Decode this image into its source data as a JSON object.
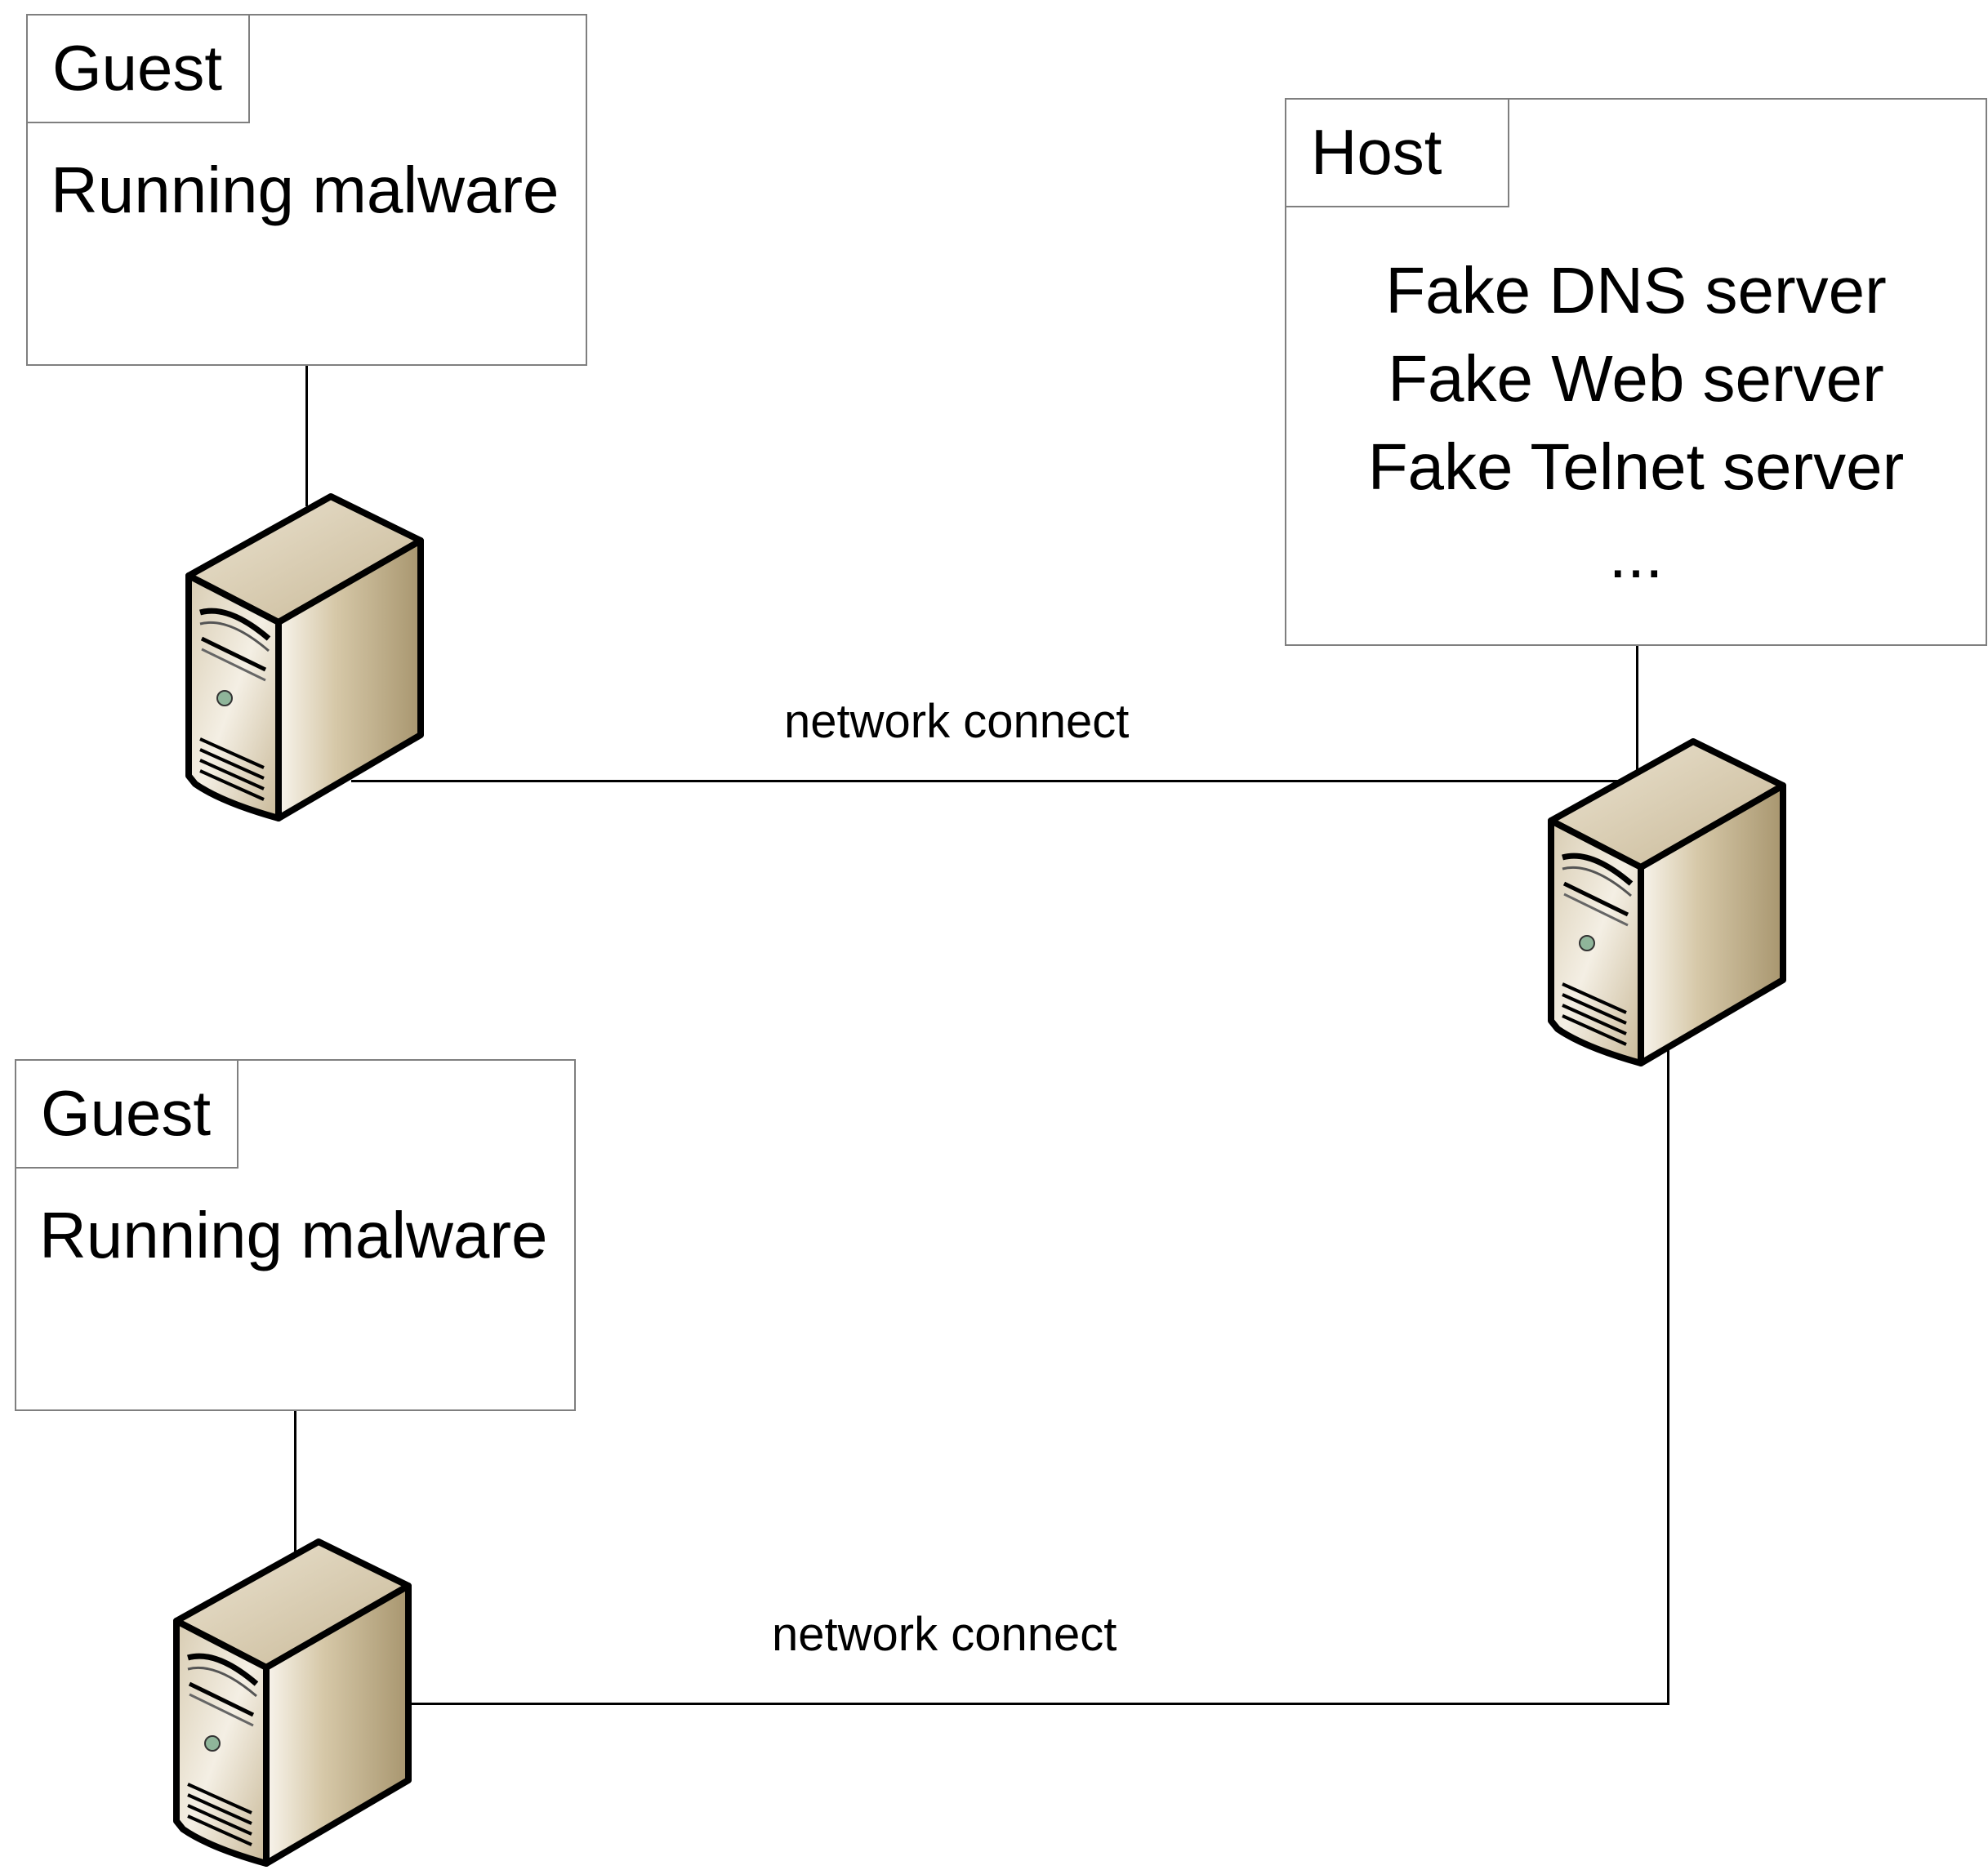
{
  "guest_top": {
    "tab": "Guest",
    "body": "Running malware"
  },
  "guest_bottom": {
    "tab": "Guest",
    "body": "Running malware"
  },
  "host": {
    "tab": "Host",
    "services": [
      "Fake DNS server",
      "Fake Web server",
      "Fake Telnet server",
      "..."
    ]
  },
  "connections": {
    "top_label": "network connect",
    "bottom_label": "network connect"
  },
  "icons": {
    "server": "server-tower-icon"
  },
  "colors": {
    "server_front": "#e9e2d2",
    "server_side": "#b8a888",
    "box_border": "#7f7f7f"
  }
}
